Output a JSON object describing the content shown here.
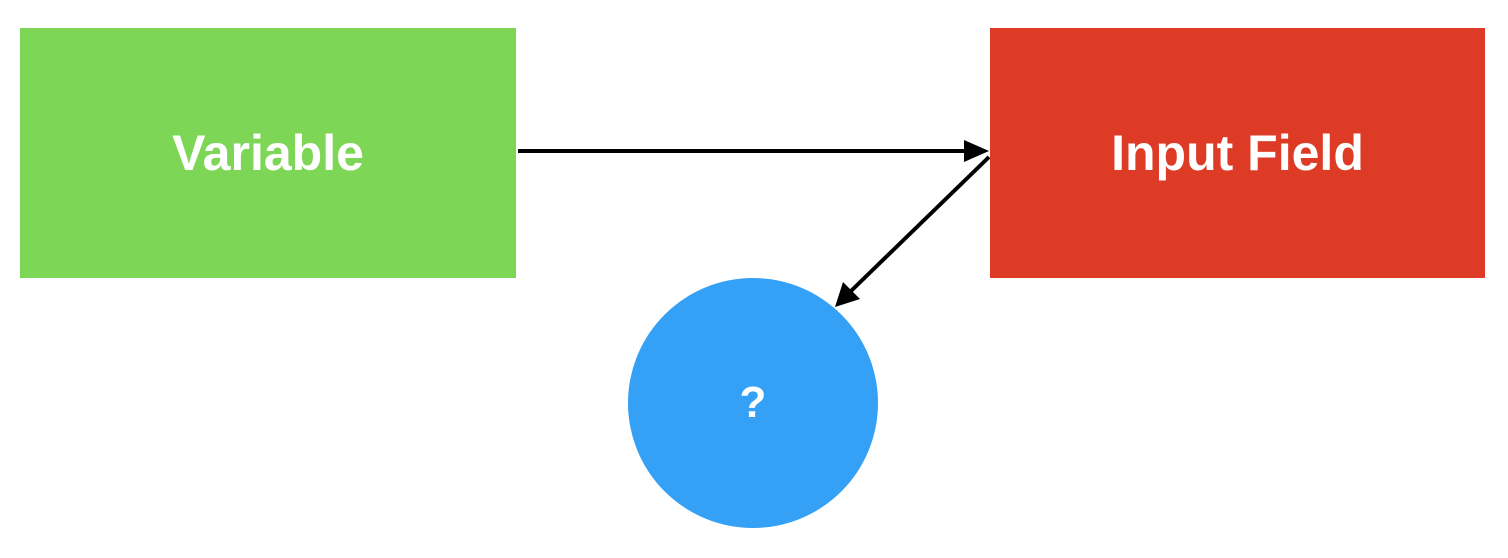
{
  "nodes": {
    "variable": {
      "label": "Variable",
      "color": "#7ed657"
    },
    "input_field": {
      "label": "Input Field",
      "color": "#dd3b26"
    },
    "unknown": {
      "label": "?",
      "color": "#34a1f6"
    }
  },
  "edges": [
    {
      "from": "variable",
      "to": "input_field"
    },
    {
      "from": "input_field",
      "to": "unknown"
    }
  ],
  "arrow_color": "#000000"
}
